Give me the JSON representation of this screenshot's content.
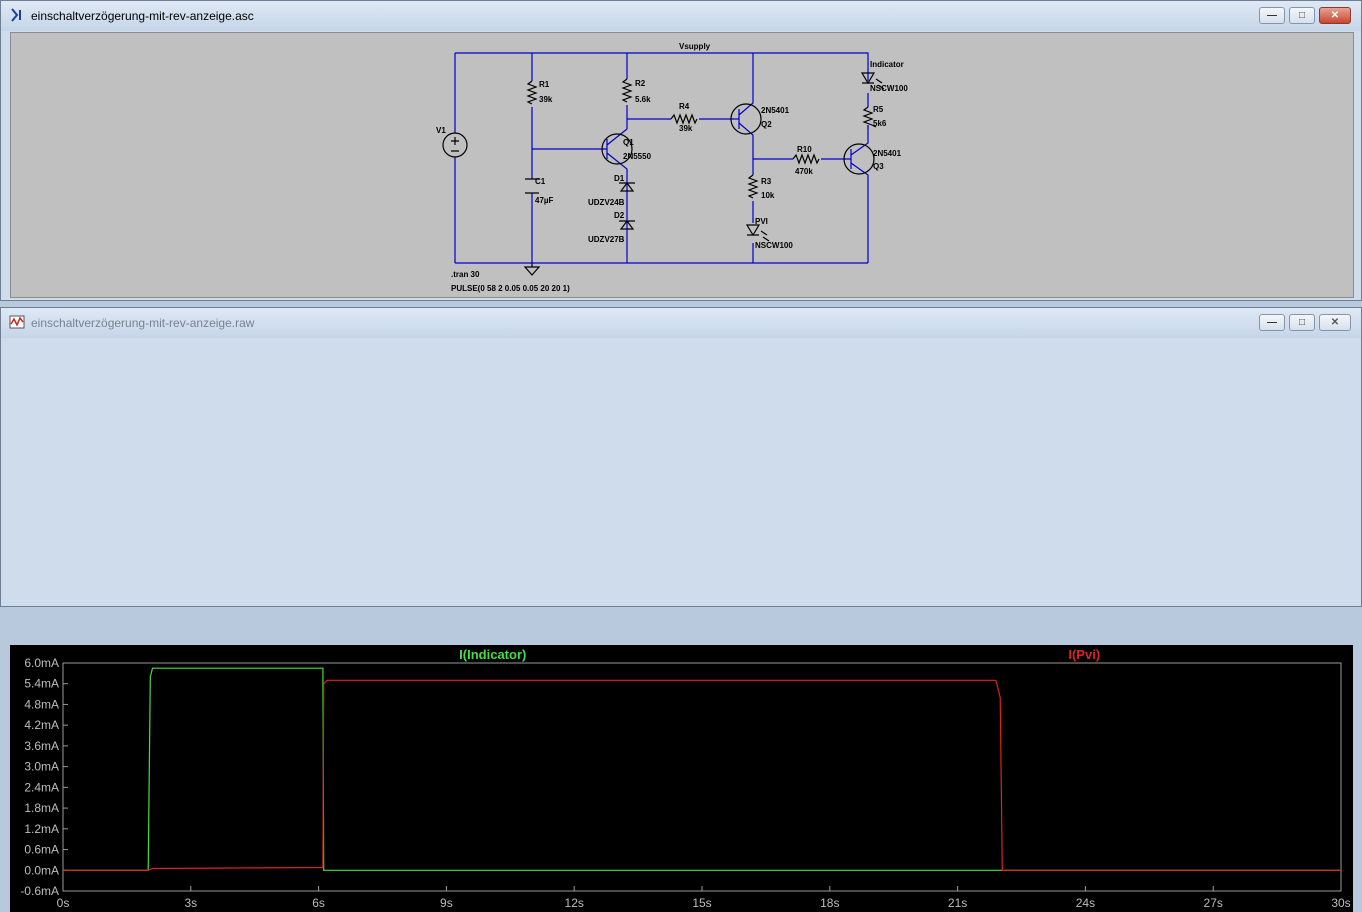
{
  "schematic_window": {
    "title": "einschaltverzögerung-mit-rev-anzeige.asc",
    "minimize_glyph": "—",
    "maximize_glyph": "□",
    "close_glyph": "✕",
    "labels": {
      "net": "Vsupply",
      "v1": "V1",
      "r1": "R1",
      "r1_val": "39k",
      "r2": "R2",
      "r2_val": "5.6k",
      "r4": "R4",
      "r4_val": "39k",
      "q1": "Q1",
      "q1_model": "2N5550",
      "q2_model": "2N5401",
      "q2": "Q2",
      "c1": "C1",
      "c1_val": "47µF",
      "d1": "D1",
      "d1_model": "UDZV24B",
      "d2": "D2",
      "d2_model": "UDZV27B",
      "r3": "R3",
      "r3_val": "10k",
      "pvi": "PVI",
      "pvi_model": "NSCW100",
      "r10": "R10",
      "r10_val": "470k",
      "q3_model": "2N5401",
      "q3": "Q3",
      "indicator": "Indicator",
      "indicator_model": "NSCW100",
      "r5": "R5",
      "r5_val": "5k6",
      "tran": ".tran 30",
      "pulse": "PULSE(0 58 2 0.05 0.05 20 20 1)"
    }
  },
  "plot_window": {
    "title": "einschaltverzögerung-mit-rev-anzeige.raw",
    "minimize_glyph": "—",
    "maximize_glyph": "□",
    "close_glyph": "✕"
  },
  "chart_data": {
    "type": "line",
    "series": [
      {
        "name": "I(Indicator)",
        "color": "#44dd44",
        "x": [
          0,
          2.0,
          2.05,
          2.1,
          6.1,
          6.12,
          6.2,
          22.0,
          30
        ],
        "y": [
          0,
          0,
          5.6,
          5.85,
          5.85,
          0.0,
          0.0,
          0.0,
          0.0
        ]
      },
      {
        "name": "I(Pvi)",
        "color": "#dd2222",
        "x": [
          0,
          2.0,
          2.1,
          6.1,
          6.12,
          6.2,
          21.9,
          22.0,
          22.05,
          30
        ],
        "y": [
          0,
          0,
          0.05,
          0.08,
          5.4,
          5.5,
          5.5,
          5.0,
          0.0,
          0.0
        ]
      }
    ],
    "x_ticks": [
      "0s",
      "3s",
      "6s",
      "9s",
      "12s",
      "15s",
      "18s",
      "21s",
      "24s",
      "27s",
      "30s"
    ],
    "y_ticks": [
      "6.0mA",
      "5.4mA",
      "4.8mA",
      "4.2mA",
      "3.6mA",
      "3.0mA",
      "2.4mA",
      "1.8mA",
      "1.2mA",
      "0.6mA",
      "0.0mA",
      "-0.6mA"
    ],
    "xlim": [
      0,
      30
    ],
    "ylim": [
      -0.6,
      6.0
    ],
    "grid": false,
    "legend": "top"
  }
}
